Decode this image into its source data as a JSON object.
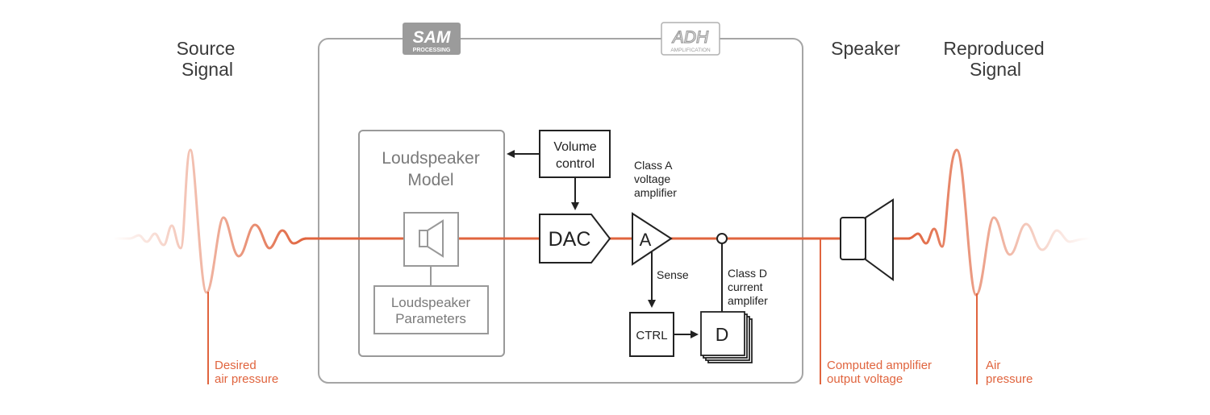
{
  "labels": {
    "source_line1": "Source",
    "source_line2": "Signal",
    "speaker": "Speaker",
    "reproduced_line1": "Reproduced",
    "reproduced_line2": "Signal",
    "loudspeaker_model_line1": "Loudspeaker",
    "loudspeaker_model_line2": "Model",
    "params_line1": "Loudspeaker",
    "params_line2": "Parameters",
    "volume_line1": "Volume",
    "volume_line2": "control",
    "dac": "DAC",
    "amp_a": "A",
    "class_a_line1": "Class A",
    "class_a_line2": "voltage",
    "class_a_line3": "amplifier",
    "sense": "Sense",
    "class_d_line1": "Class D",
    "class_d_line2": "current",
    "class_d_line3": "amplifer",
    "ctrl": "CTRL",
    "amp_d": "D",
    "desired_line1": "Desired",
    "desired_line2": "air pressure",
    "computed_line1": "Computed amplifier",
    "computed_line2": "output voltage",
    "air_line1": "Air",
    "air_line2": "pressure"
  },
  "badges": {
    "sam_main": "SAM",
    "sam_sub": "PROCESSING",
    "adh_main": "ADH",
    "adh_sub": "AMPLIFICATION"
  },
  "colors": {
    "signal": "#e0643e",
    "text": "#3a3a3a",
    "frame": "#9a9a9a",
    "box": "#222222"
  }
}
